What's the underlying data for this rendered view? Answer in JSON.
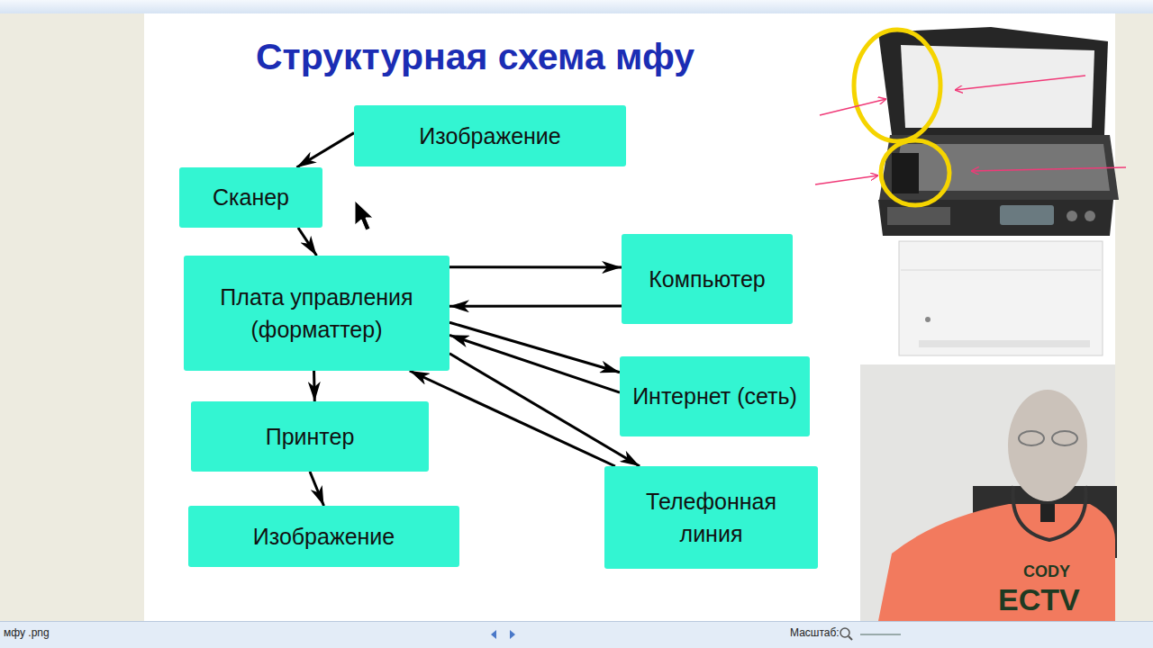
{
  "diagram": {
    "title": "Структурная схема мфу",
    "nodes": [
      {
        "text": [
          "Изображение"
        ]
      },
      {
        "text": [
          "Сканер"
        ]
      },
      {
        "text": [
          "Плата управления (форматтер)"
        ]
      },
      {
        "text": [
          "Компьютер"
        ]
      },
      {
        "text": [
          "Интернет (сеть)"
        ]
      },
      {
        "text": [
          "Принтер"
        ]
      },
      {
        "text": [
          "Телефонная линия"
        ]
      },
      {
        "text": [
          "Изображение"
        ]
      }
    ],
    "edges": [
      {
        "from": 0,
        "to": 1,
        "arrow": "to"
      },
      {
        "from": 1,
        "to": 2,
        "arrow": "to"
      },
      {
        "from": 2,
        "to": 3,
        "arrow": "to"
      },
      {
        "from": 3,
        "to": 2,
        "arrow": "to"
      },
      {
        "from": 2,
        "to": 4,
        "arrow": "to"
      },
      {
        "from": 4,
        "to": 2,
        "arrow": "to"
      },
      {
        "from": 2,
        "to": 6,
        "arrow": "to"
      },
      {
        "from": 6,
        "to": 2,
        "arrow": "to"
      },
      {
        "from": 2,
        "to": 5,
        "arrow": "to"
      },
      {
        "from": 5,
        "to": 7,
        "arrow": "to"
      }
    ],
    "labels": [
      "мфу .png",
      "Масштаб:",
      "CODY",
      "ECTV"
    ]
  }
}
